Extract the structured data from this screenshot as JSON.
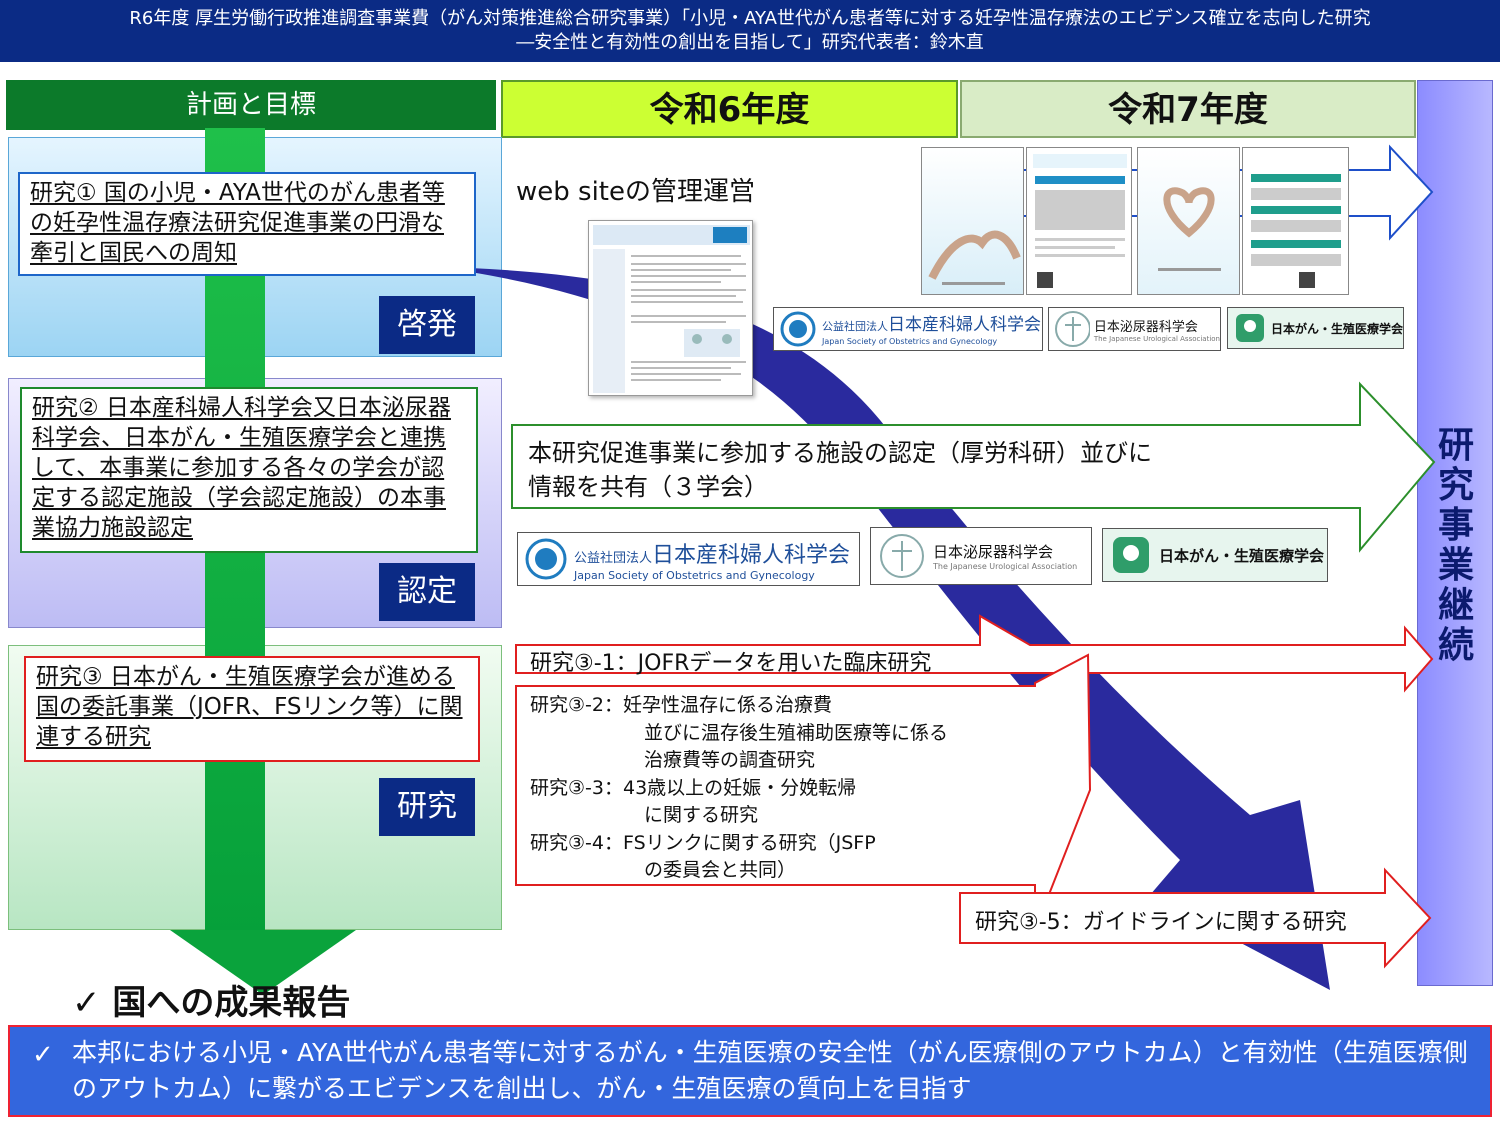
{
  "header": {
    "line1": "R6年度 厚生労働行政推進調査事業費（がん対策推進総合研究事業）「小児・AYA世代がん患者等に対する妊孕性温存療法のエビデンス確立を志向した研究",
    "line2": "―安全性と有効性の創出を目指して」研究代表者：鈴木直"
  },
  "columns": {
    "plan": "計画と目標",
    "r6": "令和6年度",
    "r7": "令和7年度",
    "continue": "研究事業継続"
  },
  "studies": {
    "s1": "研究① 国の小児・AYA世代のがん患者等の妊孕性温存療法研究促進事業の円滑な牽引と国民への周知",
    "s2": "研究② 日本産科婦人科学会又日本泌尿器科学会、日本がん・生殖医療学会と連携して、本事業に参加する各々の学会が認定する認定施設（学会認定施設）の本事業協力施設認定",
    "s3": "研究③ 日本がん・生殖医療学会が進める国の委託事業（JOFR、FSリンク等）に関連する研究"
  },
  "tags": {
    "t1": "啓発",
    "t2": "認定",
    "t3": "研究"
  },
  "website": "web siteの管理運営",
  "certification_line1": "本研究促進事業に参加する施設の認定（厚労科研）並びに",
  "certification_line2": "情報を共有（３学会）",
  "logos": {
    "jsog_prefix": "公益社団法人",
    "jsog_name": "日本産科婦人科学会",
    "jsog_en": "Japan Society of Obstetrics and Gynecology",
    "jua_name": "日本泌尿器科学会",
    "jua_en": "The Japanese Urological Association",
    "jsfp_name": "日本がん・生殖医療学会"
  },
  "research3": {
    "s31": "研究③-1：JOFRデータを用いた臨床研究",
    "list": "研究③-2：妊孕性温存に係る治療費\n　　　　　　並びに温存後生殖補助医療等に係る\n　　　　　　治療費等の調査研究\n研究③-3：43歳以上の妊娠・分娩転帰\n　　　　　　に関する研究\n研究③-4：FSリンクに関する研究（JSFP\n　　　　　　の委員会と共同）",
    "s35": "研究③-5：ガイドラインに関する研究"
  },
  "report": {
    "check": "✓",
    "title": "国への成果報告",
    "text": "本邦における小児・AYA世代がん患者等に対するがん・生殖医療の安全性（がん医療側のアウトカム）と有効性（生殖医療側のアウトカム）に繋がるエビデンスを創出し、がん・生殖医療の質向上を目指す"
  },
  "colors": {
    "header_bg": "#0b2b85",
    "plan_green": "#0c7a2a",
    "r6_lime": "#ccff33",
    "curve_navy": "#2a2a9e",
    "bottom_bg": "#3366dd"
  }
}
